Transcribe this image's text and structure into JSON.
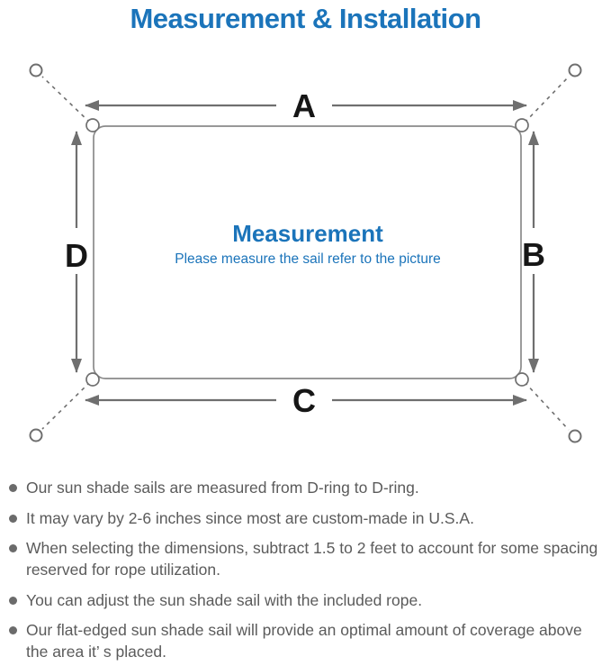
{
  "title": "Measurement & Installation",
  "colors": {
    "accent_blue": "#1B74BA",
    "line_gray": "#6F6F6F",
    "outline_gray": "#8A8A8A",
    "label_black": "#161616",
    "body_text_gray": "#5B5B5B"
  },
  "diagram": {
    "labels": {
      "top": "A",
      "right": "B",
      "bottom": "C",
      "left": "D"
    },
    "center_title": "Measurement",
    "center_subtitle": "Please measure the sail refer to the picture"
  },
  "bullets": [
    {
      "text": "Our sun shade sails are measured from D-ring to D-ring."
    },
    {
      "text": "It may vary by 2-6 inches since most are custom-made in U.S.A."
    },
    {
      "text": "When selecting the dimensions, subtract 1.5 to 2 feet to account for some spacing reserved for rope utilization."
    },
    {
      "text": "You can adjust the sun shade sail with the included rope."
    },
    {
      "text": "Our flat-edged sun shade sail will provide an optimal amount of coverage above the area it’ s placed."
    }
  ]
}
